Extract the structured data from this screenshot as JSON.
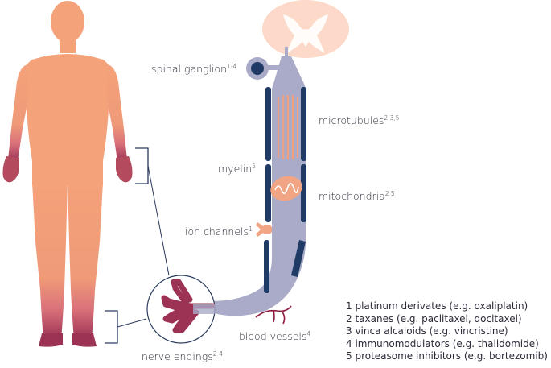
{
  "labels": {
    "spinal_ganglion": {
      "text": "spinal ganglion",
      "sup": "1-4"
    },
    "microtubules": {
      "text": "microtubules",
      "sup": "2,3,5"
    },
    "myelin": {
      "text": "myelin",
      "sup": "5"
    },
    "mitochondria": {
      "text": "mitochondria",
      "sup": "2,5"
    },
    "ion_channels": {
      "text": "ion channels",
      "sup": "1"
    },
    "blood_vessels": {
      "text": "blood vessels",
      "sup": "4"
    },
    "nerve_endings": {
      "text": "nerve endings",
      "sup": "2-4"
    }
  },
  "legend": [
    "1 platinum derivates (e.g. oxaliplatin)",
    "2 taxanes (e.g. paclitaxel, docitaxel)",
    "3 vinca alcaloids (e.g. vincristine)",
    "4 immunomodulators (e.g. thalidomide)",
    "5 proteasome inhibitors (e.g. bortezomib)"
  ],
  "colors": {
    "body_skin": "#f4a27a",
    "body_extremity": "#9c3355",
    "nerve_fill": "#a9abc8",
    "myelin": "#1f3a64",
    "microtubule": "#f0a080",
    "mitochondria": "#f2a585",
    "spinal_cord": "#fcd9c8",
    "line": "#2a3a5e",
    "blood_vessel": "#8c1a3c"
  }
}
